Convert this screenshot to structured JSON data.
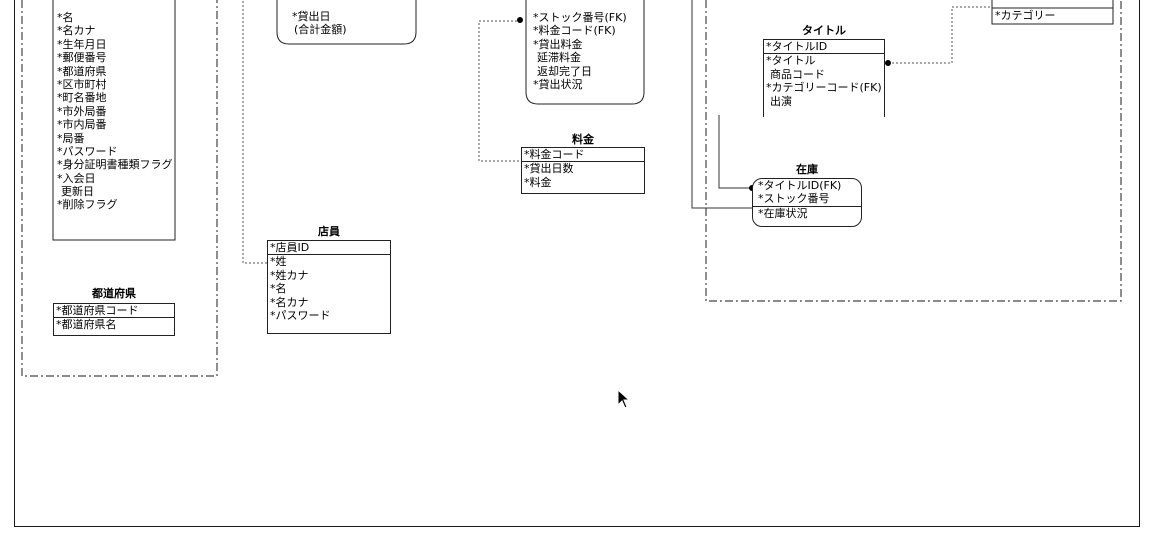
{
  "entities": {
    "customer": {
      "title": "",
      "attrs": [
        "*名",
        "*名カナ",
        "*生年月日",
        "*郵便番号",
        "*都道府県",
        "*区市町村",
        "*町名番地",
        "*市外局番",
        "*市内局番",
        "*局番",
        "*パスワード",
        "*身分証明書種類フラグ",
        "*入会日",
        "更新日",
        "*削除フラグ"
      ]
    },
    "prefecture": {
      "title": "都道府県",
      "pk": [
        "*都道府県コード"
      ],
      "attrs": [
        "*都道府県名"
      ]
    },
    "rental": {
      "title": "",
      "attrs": [
        "*貸出日",
        "(合計金額)"
      ]
    },
    "staff": {
      "title": "店員",
      "pk": [
        "*店員ID"
      ],
      "attrs": [
        "*姓",
        "*姓カナ",
        "*名",
        "*名カナ",
        "*パスワード"
      ]
    },
    "rental_detail": {
      "title": "",
      "attrs": [
        "*ストック番号(FK)",
        "*料金コード(FK)",
        "*貸出料金",
        "延滞料金",
        "返却完了日",
        "*貸出状況"
      ]
    },
    "fee": {
      "title": "料金",
      "pk": [
        "*料金コード"
      ],
      "attrs": [
        "*貸出日数",
        "*料金"
      ]
    },
    "title_entity": {
      "title": "タイトル",
      "pk": [
        "*タイトルID"
      ],
      "attrs": [
        "*タイトル",
        "商品コード",
        "*カテゴリーコード(FK)",
        "出演"
      ]
    },
    "category": {
      "title": "",
      "attrs": [
        "*カテゴリー"
      ]
    },
    "stock": {
      "title": "在庫",
      "pk": [
        "*タイトルID(FK)",
        "*ストック番号"
      ],
      "attrs": [
        "*在庫状況"
      ]
    }
  }
}
